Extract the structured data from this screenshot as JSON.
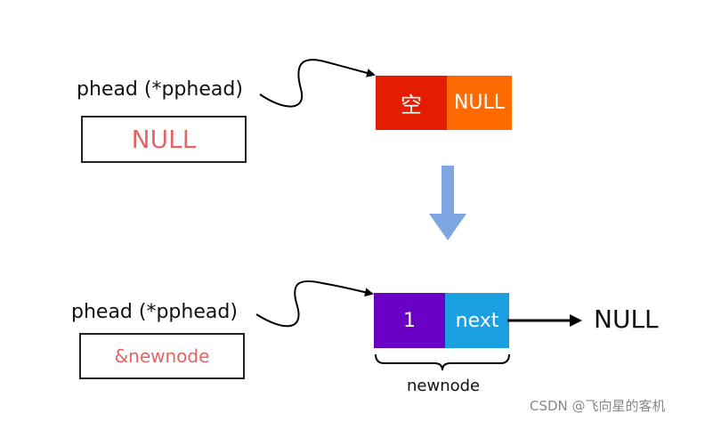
{
  "top": {
    "pointer_label": "phead (*pphead)",
    "pointer_value": "NULL",
    "node_cells": [
      {
        "text": "空",
        "color": "#e41c00"
      },
      {
        "text": "NULL",
        "color": "#ff6a00"
      }
    ]
  },
  "bottom": {
    "pointer_label": "phead (*pphead)",
    "pointer_value": "&newnode",
    "node_cells": [
      {
        "text": "1",
        "color": "#6a00c6"
      },
      {
        "text": "next",
        "color": "#1ba1e2"
      }
    ],
    "next_target": "NULL",
    "node_name": "newnode"
  },
  "transition_arrow_color": "#7ea6e0",
  "watermark": "CSDN @飞向星的客机"
}
